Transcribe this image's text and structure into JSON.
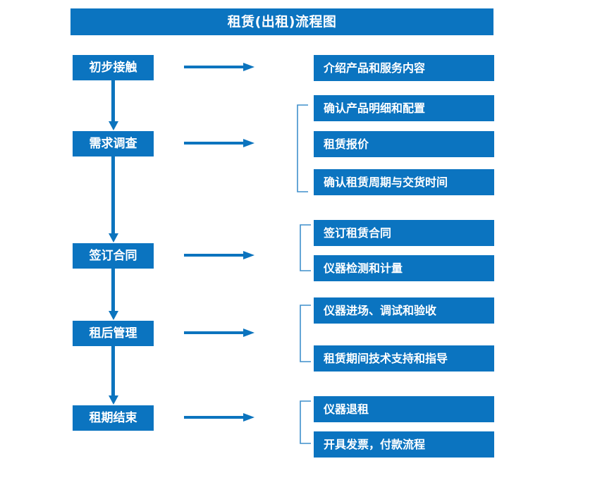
{
  "title": {
    "text": "租赁(出租)流程图"
  },
  "colors": {
    "box_blue": "#0B74C0",
    "arrow_blue": "#0C74BE",
    "bracket_blue": "#3F8FCB",
    "text_white": "#FFFFFF",
    "background": "#FFFFFF"
  },
  "stages": [
    {
      "id": "initial-contact",
      "label": "初步接触"
    },
    {
      "id": "demand-survey",
      "label": "需求调查"
    },
    {
      "id": "sign-contract",
      "label": "签订合同"
    },
    {
      "id": "post-rental-mgmt",
      "label": "租后管理"
    },
    {
      "id": "rental-end",
      "label": "租期结束"
    }
  ],
  "details": [
    {
      "id": "introduce-products",
      "label": "介绍产品和服务内容"
    },
    {
      "id": "confirm-spec-config",
      "label": "确认产品明细和配置"
    },
    {
      "id": "rental-quote",
      "label": "租赁报价"
    },
    {
      "id": "confirm-period-delivery",
      "label": "确认租赁周期与交货时间"
    },
    {
      "id": "sign-rental-contract",
      "label": "签订租赁合同"
    },
    {
      "id": "instrument-inspection",
      "label": "仪器检测和计量"
    },
    {
      "id": "instrument-onsite",
      "label": "仪器进场、调试和验收"
    },
    {
      "id": "tech-support",
      "label": "租赁期间技术支持和指导"
    },
    {
      "id": "instrument-return",
      "label": "仪器退租"
    },
    {
      "id": "invoice-payment",
      "label": "开具发票，付款流程"
    }
  ],
  "arrows": {
    "horizontal": [
      {
        "id": "arrow-initial-contact-to-details"
      },
      {
        "id": "arrow-demand-survey-to-details"
      },
      {
        "id": "arrow-sign-contract-to-details"
      },
      {
        "id": "arrow-post-rental-to-details"
      },
      {
        "id": "arrow-rental-end-to-details"
      }
    ],
    "vertical": [
      {
        "id": "arrow-initial-contact-to-demand-survey"
      },
      {
        "id": "arrow-demand-survey-to-sign-contract"
      },
      {
        "id": "arrow-sign-contract-to-post-rental"
      },
      {
        "id": "arrow-post-rental-to-rental-end"
      }
    ]
  },
  "brackets": [
    {
      "id": "bracket-demand-survey-group"
    },
    {
      "id": "bracket-sign-contract-group"
    },
    {
      "id": "bracket-post-rental-group"
    },
    {
      "id": "bracket-rental-end-group"
    }
  ]
}
